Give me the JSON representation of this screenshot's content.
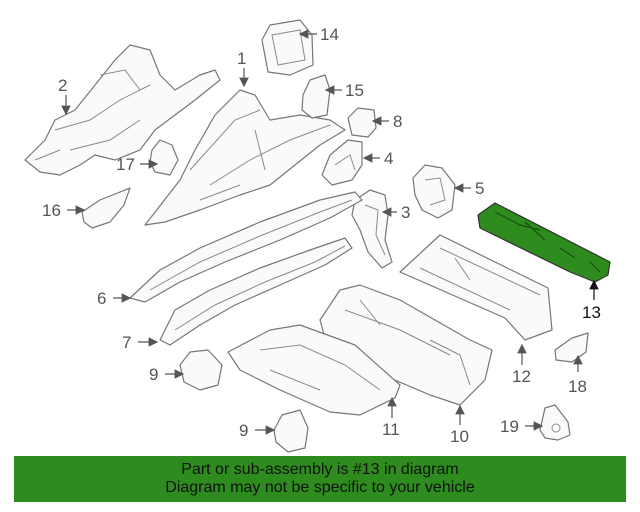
{
  "callouts": {
    "c1": "1",
    "c2": "2",
    "c3": "3",
    "c4": "4",
    "c5": "5",
    "c6": "6",
    "c7": "7",
    "c8": "8",
    "c9a": "9",
    "c9b": "9",
    "c10": "10",
    "c11": "11",
    "c12": "12",
    "c13": "13",
    "c14": "14",
    "c15": "15",
    "c16": "16",
    "c17": "17",
    "c18": "18",
    "c19": "19"
  },
  "highlight": {
    "part_number": "13",
    "color": "#2e8b1e"
  },
  "banner": {
    "line1": "Part or sub-assembly is #13 in diagram",
    "line2": "Diagram may not be specific to your vehicle",
    "color": "#2e8b1e"
  }
}
